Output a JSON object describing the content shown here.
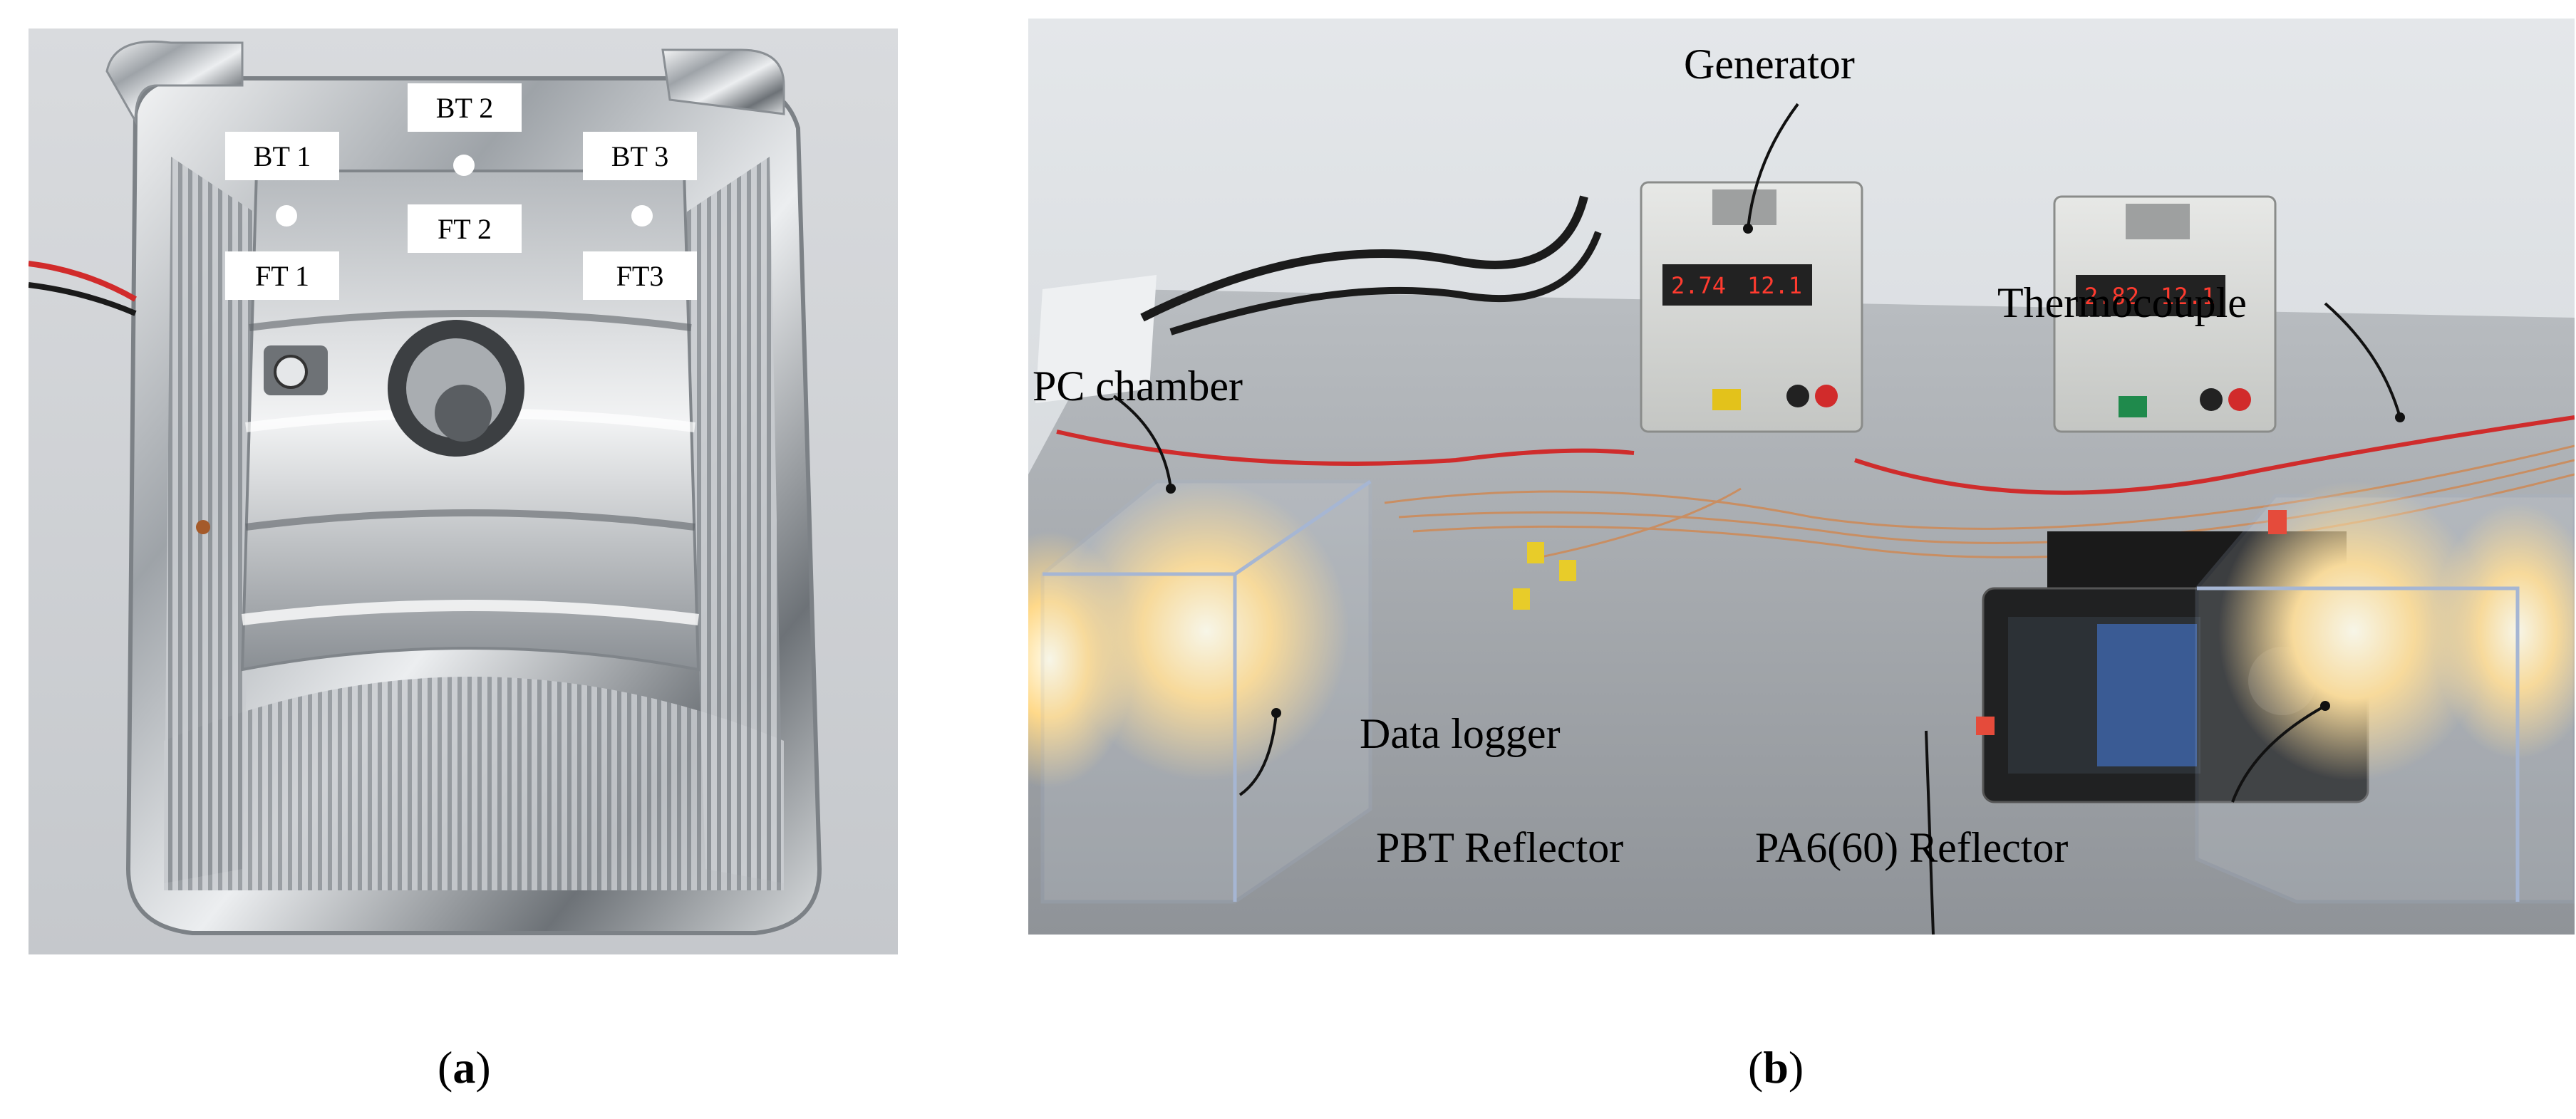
{
  "panels": {
    "a": {
      "label_letter": "a",
      "points": [
        {
          "label": "BT 1"
        },
        {
          "label": "BT 2"
        },
        {
          "label": "BT 3"
        },
        {
          "label": "FT 1"
        },
        {
          "label": "FT 2"
        },
        {
          "label": "FT3"
        }
      ]
    },
    "b": {
      "label_letter": "b",
      "annotations": [
        {
          "label": "Generator"
        },
        {
          "label": "Thermocouple"
        },
        {
          "label": "PC chamber"
        },
        {
          "label": "Data logger"
        },
        {
          "label": "PBT Reflector"
        },
        {
          "label": "PA6(60) Reflector"
        }
      ],
      "displays": [
        {
          "value": "2.74"
        },
        {
          "value": "12.1"
        },
        {
          "value": "2.82"
        },
        {
          "value": "12.1"
        }
      ]
    }
  }
}
